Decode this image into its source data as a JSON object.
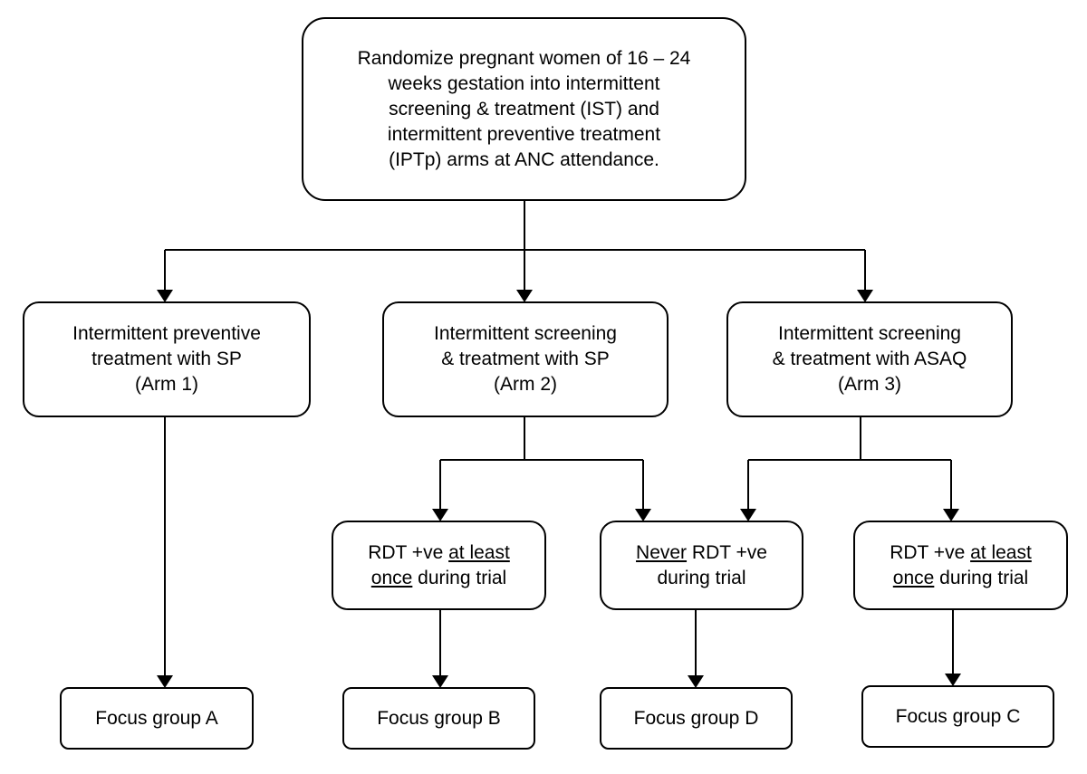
{
  "nodes": {
    "root": {
      "lines": [
        "Randomize pregnant women of 16 – 24",
        "weeks gestation into intermittent",
        "screening & treatment (IST) and",
        "intermittent preventive treatment",
        "(IPTp) arms at ANC attendance."
      ]
    },
    "arm1": {
      "lines": [
        "Intermittent preventive",
        "treatment with SP",
        "(Arm 1)"
      ]
    },
    "arm2": {
      "lines": [
        "Intermittent screening",
        "& treatment with SP",
        "(Arm 2)"
      ]
    },
    "arm3": {
      "lines": [
        "Intermittent screening",
        "& treatment with ASAQ",
        "(Arm 3)"
      ]
    },
    "rdt_positive_arm2": {
      "line1_prefix": "RDT +ve ",
      "line1_underlined": "at least",
      "line2_underlined": "once",
      "line2_suffix": " during trial"
    },
    "never_rdt": {
      "line1_underlined": "Never",
      "line1_suffix": " RDT +ve",
      "line2": "during trial"
    },
    "rdt_positive_arm3": {
      "line1_prefix": "RDT +ve ",
      "line1_underlined": "at least",
      "line2_underlined": "once",
      "line2_suffix": " during trial"
    },
    "focus_a": {
      "label": "Focus group A"
    },
    "focus_b": {
      "label": "Focus group B"
    },
    "focus_d": {
      "label": "Focus group D"
    },
    "focus_c": {
      "label": "Focus group C"
    }
  }
}
